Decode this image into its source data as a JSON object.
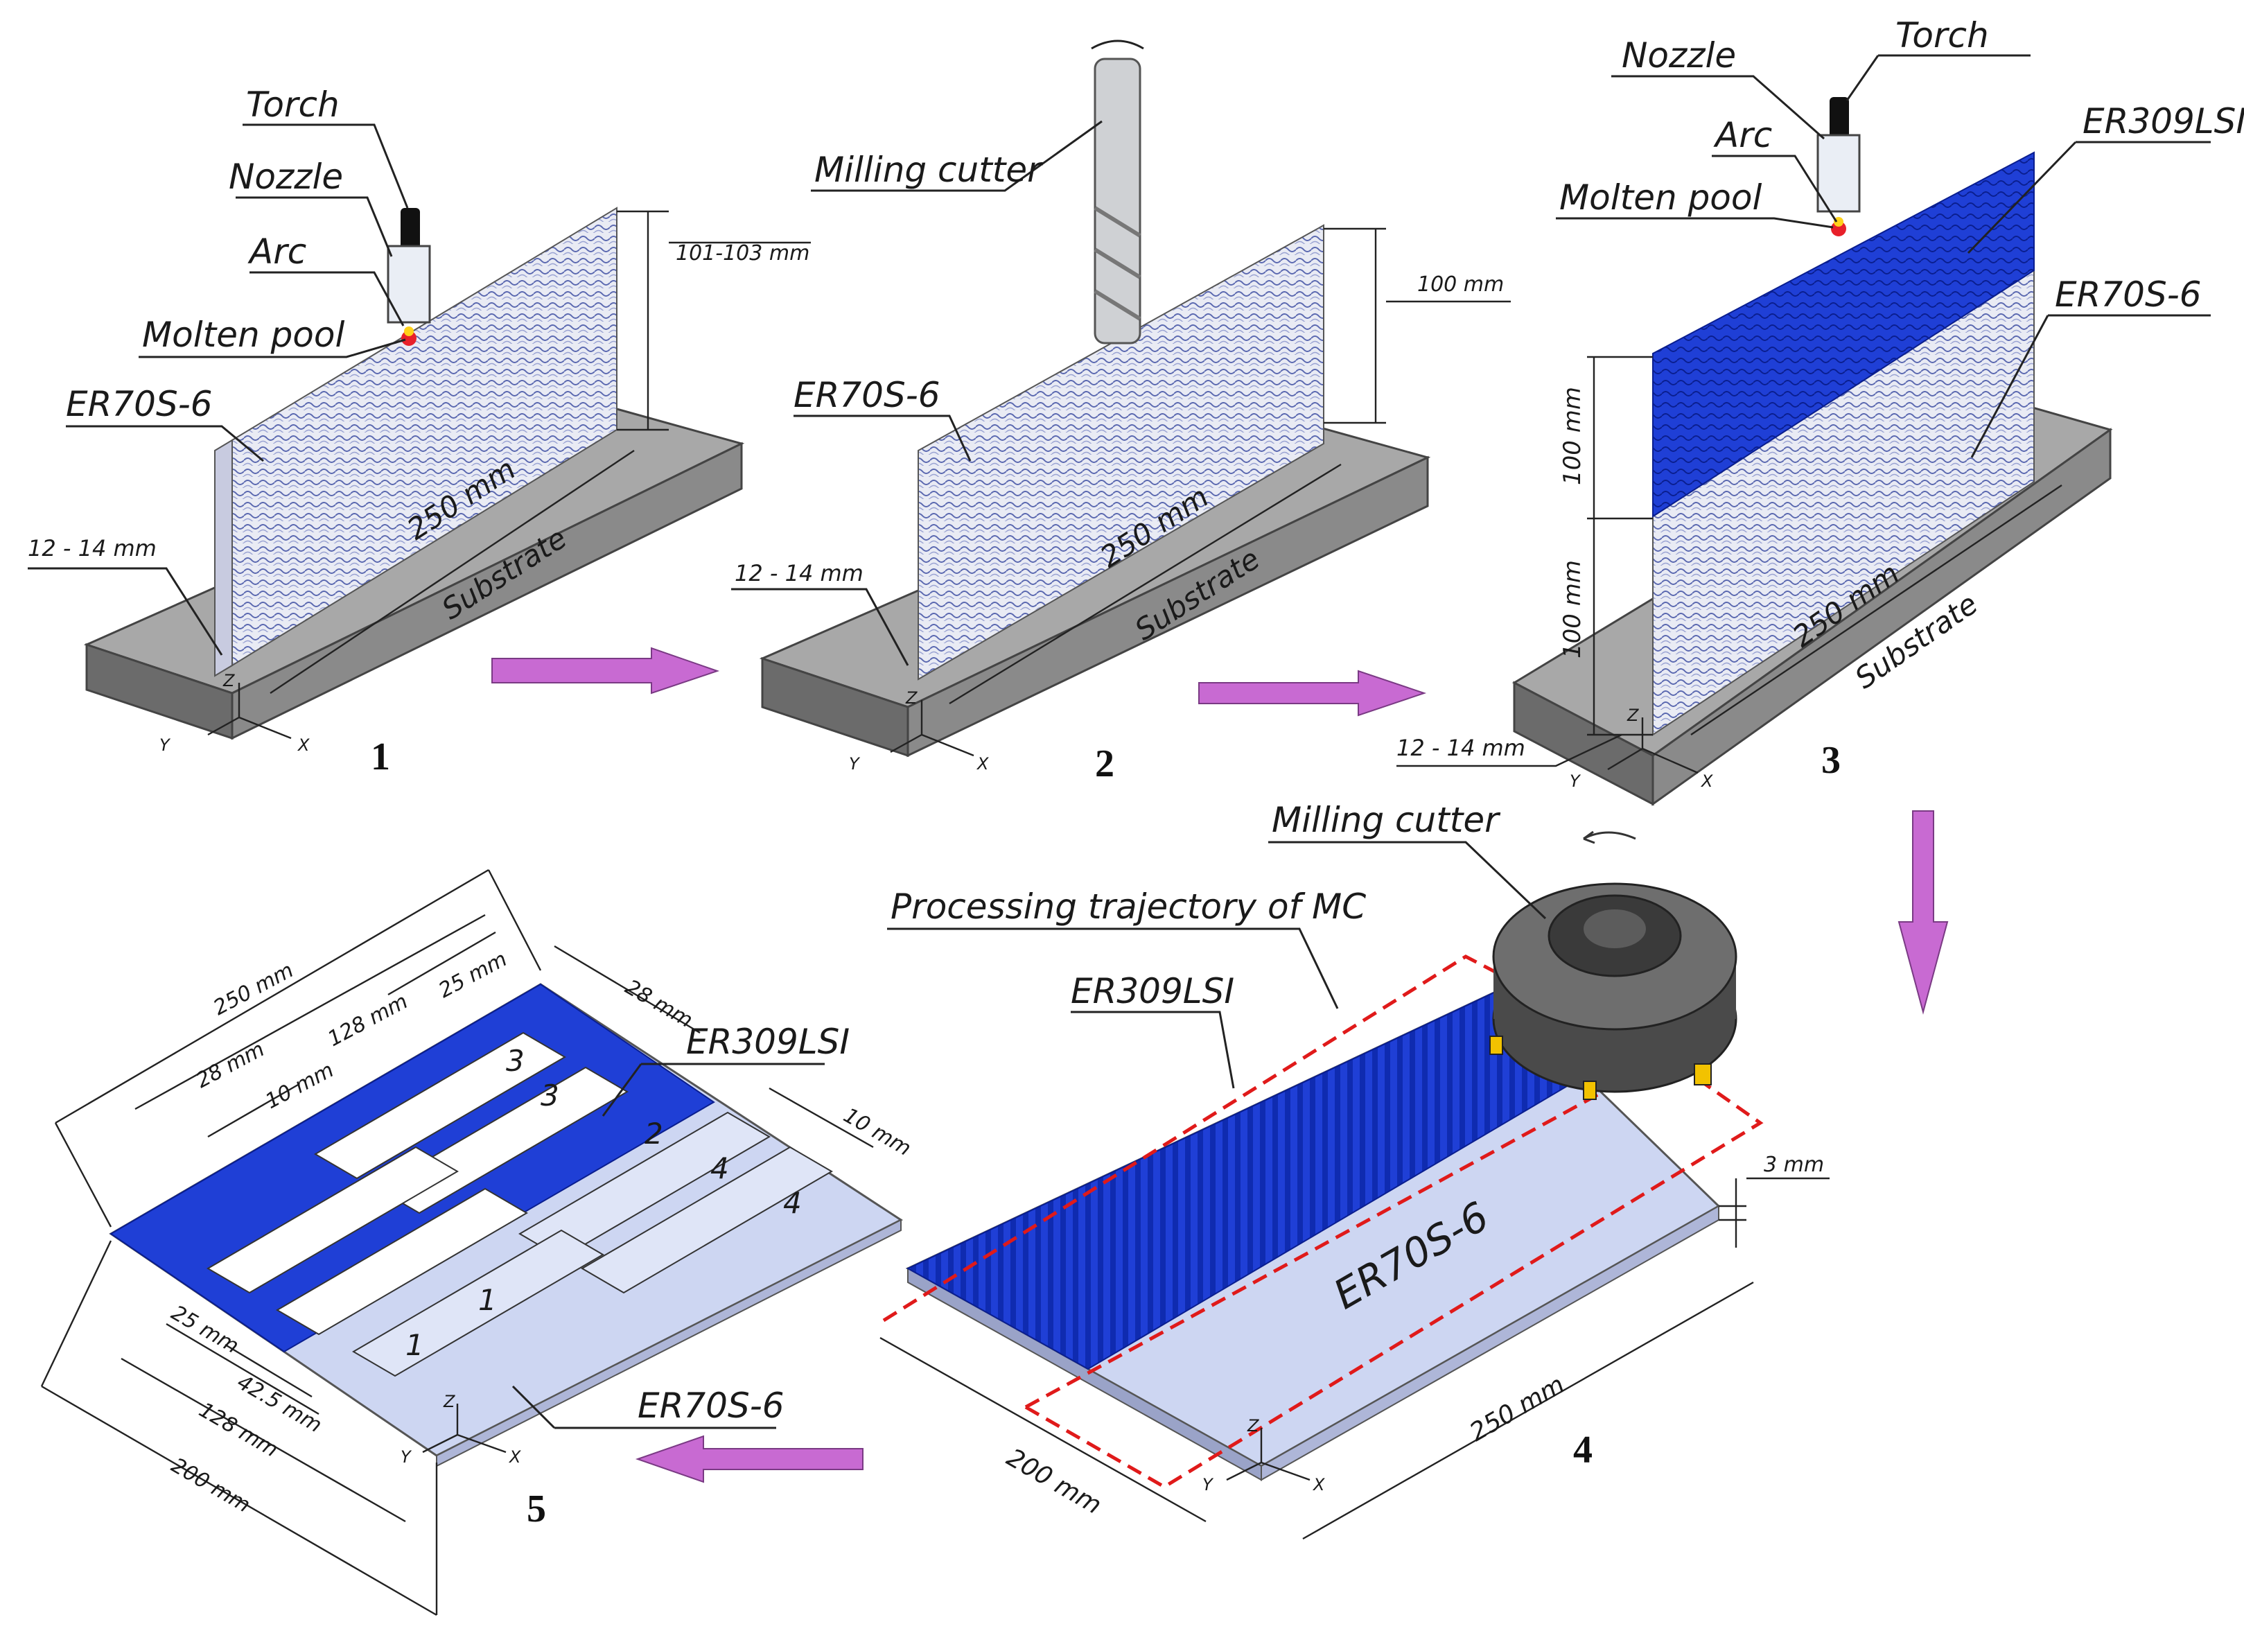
{
  "colors": {
    "substrate_top": "#a8a8a8",
    "substrate_front": "#6b6b6b",
    "substrate_side": "#8a8a8a",
    "er70_wall": "#e6e8f2",
    "er309_wall": "#1f3fd6",
    "arrow": "#c86ad2",
    "trajectory": "#e01a1a",
    "plate_light": "#cdd6f2"
  },
  "panel1": {
    "number": "1",
    "torch": "Torch",
    "nozzle": "Nozzle",
    "arc": "Arc",
    "molten_pool": "Molten pool",
    "material": "ER70S-6",
    "height": "101-103 mm",
    "length": "250 mm",
    "thickness": "12 - 14 mm",
    "substrate": "Substrate",
    "axis_z": "Z",
    "axis_y": "Y",
    "axis_x": "X"
  },
  "panel2": {
    "number": "2",
    "tool": "Milling cutter",
    "material": "ER70S-6",
    "height": "100 mm",
    "length": "250 mm",
    "thickness": "12 - 14 mm",
    "substrate": "Substrate",
    "axis_z": "Z",
    "axis_y": "Y",
    "axis_x": "X"
  },
  "panel3": {
    "number": "3",
    "torch": "Torch",
    "nozzle": "Nozzle",
    "arc": "Arc",
    "molten_pool": "Molten pool",
    "material_top": "ER309LSI",
    "material_bottom": "ER70S-6",
    "height_top": "100 mm",
    "height_bottom": "100 mm",
    "length": "250 mm",
    "thickness": "12 - 14 mm",
    "substrate": "Substrate",
    "axis_z": "Z",
    "axis_y": "Y",
    "axis_x": "X"
  },
  "panel4": {
    "number": "4",
    "tool": "Milling cutter",
    "trajectory": "Processing trajectory of MC",
    "material_top": "ER309LSI",
    "material_plate": "ER70S-6",
    "thickness": "3 mm",
    "width": "200 mm",
    "length": "250 mm",
    "axis_z": "Z",
    "axis_y": "Y",
    "axis_x": "X"
  },
  "panel5": {
    "number": "5",
    "material_top": "ER309LSI",
    "material_bottom": "ER70S-6",
    "dims": {
      "d250": "250 mm",
      "d128_top": "128 mm",
      "d25_top": "25 mm",
      "d28_right": "28 mm",
      "d28_left": "28 mm",
      "d10_left": "10 mm",
      "d10_right": "10 mm",
      "d25_bottom": "25 mm",
      "d425": "42.5 mm",
      "d128_bottom": "128 mm",
      "d200": "200 mm"
    },
    "specimen_labels": [
      "3",
      "3",
      "2",
      "4",
      "4",
      "1",
      "1"
    ],
    "axis_z": "Z",
    "axis_y": "Y",
    "axis_x": "X"
  }
}
